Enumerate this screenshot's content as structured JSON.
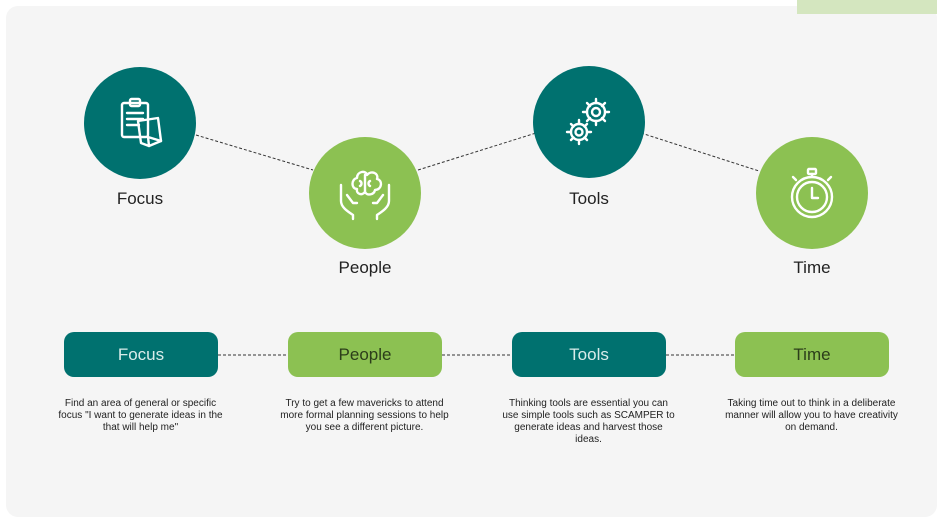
{
  "colors": {
    "teal": "#00716f",
    "green": "#8cc152",
    "panel_background": "#f5f5f5",
    "connector": "#333333"
  },
  "nodes": [
    {
      "id": "focus",
      "label": "Focus",
      "icon": "notes-icon",
      "color": "teal"
    },
    {
      "id": "people",
      "label": "People",
      "icon": "brain-in-hands-icon",
      "color": "green"
    },
    {
      "id": "tools",
      "label": "Tools",
      "icon": "gears-icon",
      "color": "teal"
    },
    {
      "id": "time",
      "label": "Time",
      "icon": "stopwatch-icon",
      "color": "green"
    }
  ],
  "steps": [
    {
      "label": "Focus",
      "description": "Find an area of general or specific focus \"I want to generate ideas in the that will help me\""
    },
    {
      "label": "People",
      "description": "Try to get a few mavericks to attend more formal planning sessions to help you see a different picture."
    },
    {
      "label": "Tools",
      "description": "Thinking tools are essential you can use simple tools such as SCAMPER to generate ideas and harvest those ideas."
    },
    {
      "label": "Time",
      "description": "Taking time out to think in a deliberate manner will allow you to have creativity on demand."
    }
  ]
}
